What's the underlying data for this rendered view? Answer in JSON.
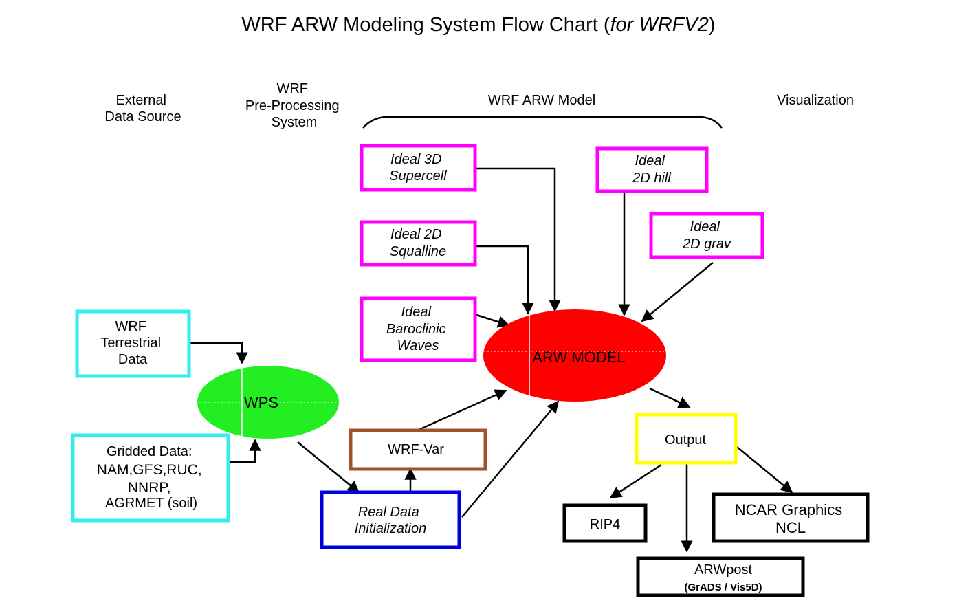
{
  "title": {
    "main": "WRF ARW Modeling System Flow Chart (",
    "italic": "for WRFV2",
    "close": ")"
  },
  "headers": {
    "external": [
      "External",
      "Data Source"
    ],
    "wps": [
      "WRF",
      "Pre-Processing",
      "System"
    ],
    "model": "WRF ARW Model",
    "visualization": "Visualization"
  },
  "nodes": {
    "terrestrial": [
      "WRF",
      "Terrestrial",
      "Data"
    ],
    "gridded": [
      "Gridded Data:",
      "NAM,GFS,RUC,",
      "NNRP,",
      "AGRMET (soil)"
    ],
    "wps": "WPS",
    "supercell": [
      "Ideal 3D",
      "Supercell"
    ],
    "squall": [
      "Ideal 2D",
      "Squalline"
    ],
    "baroclinic": [
      "Ideal",
      "Baroclinic",
      "Waves"
    ],
    "hill": [
      "Ideal",
      "2D hill"
    ],
    "grav": [
      "Ideal",
      "2D grav"
    ],
    "arw": "ARW MODEL",
    "wrfvar": "WRF-Var",
    "realdata": [
      "Real Data",
      "Initialization"
    ],
    "output": "Output",
    "rip4": "RIP4",
    "ncar": [
      "NCAR Graphics",
      "NCL"
    ],
    "arwpost": [
      "ARWpost",
      "(GrADS / Vis5D)"
    ]
  },
  "colors": {
    "magenta": "#ff00ff",
    "cyan": "#33eeee",
    "blue": "#0000dd",
    "brown": "#a0522d",
    "yellow": "#ffff00",
    "green": "#22ee22",
    "red": "#ff0000",
    "black": "#000000"
  }
}
